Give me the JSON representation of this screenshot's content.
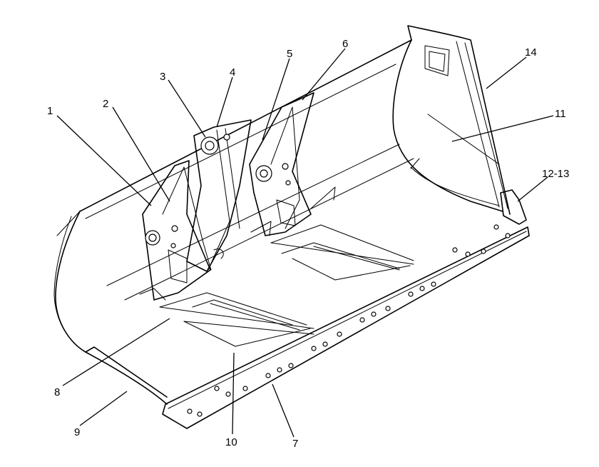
{
  "callouts": [
    {
      "id": "c1",
      "text": "1"
    },
    {
      "id": "c2",
      "text": "2"
    },
    {
      "id": "c3",
      "text": "3"
    },
    {
      "id": "c4",
      "text": "4"
    },
    {
      "id": "c5",
      "text": "5"
    },
    {
      "id": "c6",
      "text": "6"
    },
    {
      "id": "c7",
      "text": "7"
    },
    {
      "id": "c8",
      "text": "8"
    },
    {
      "id": "c9",
      "text": "9"
    },
    {
      "id": "c10",
      "text": "10"
    },
    {
      "id": "c11",
      "text": "11"
    },
    {
      "id": "c12",
      "text": "12-13"
    },
    {
      "id": "c14",
      "text": "14"
    }
  ]
}
